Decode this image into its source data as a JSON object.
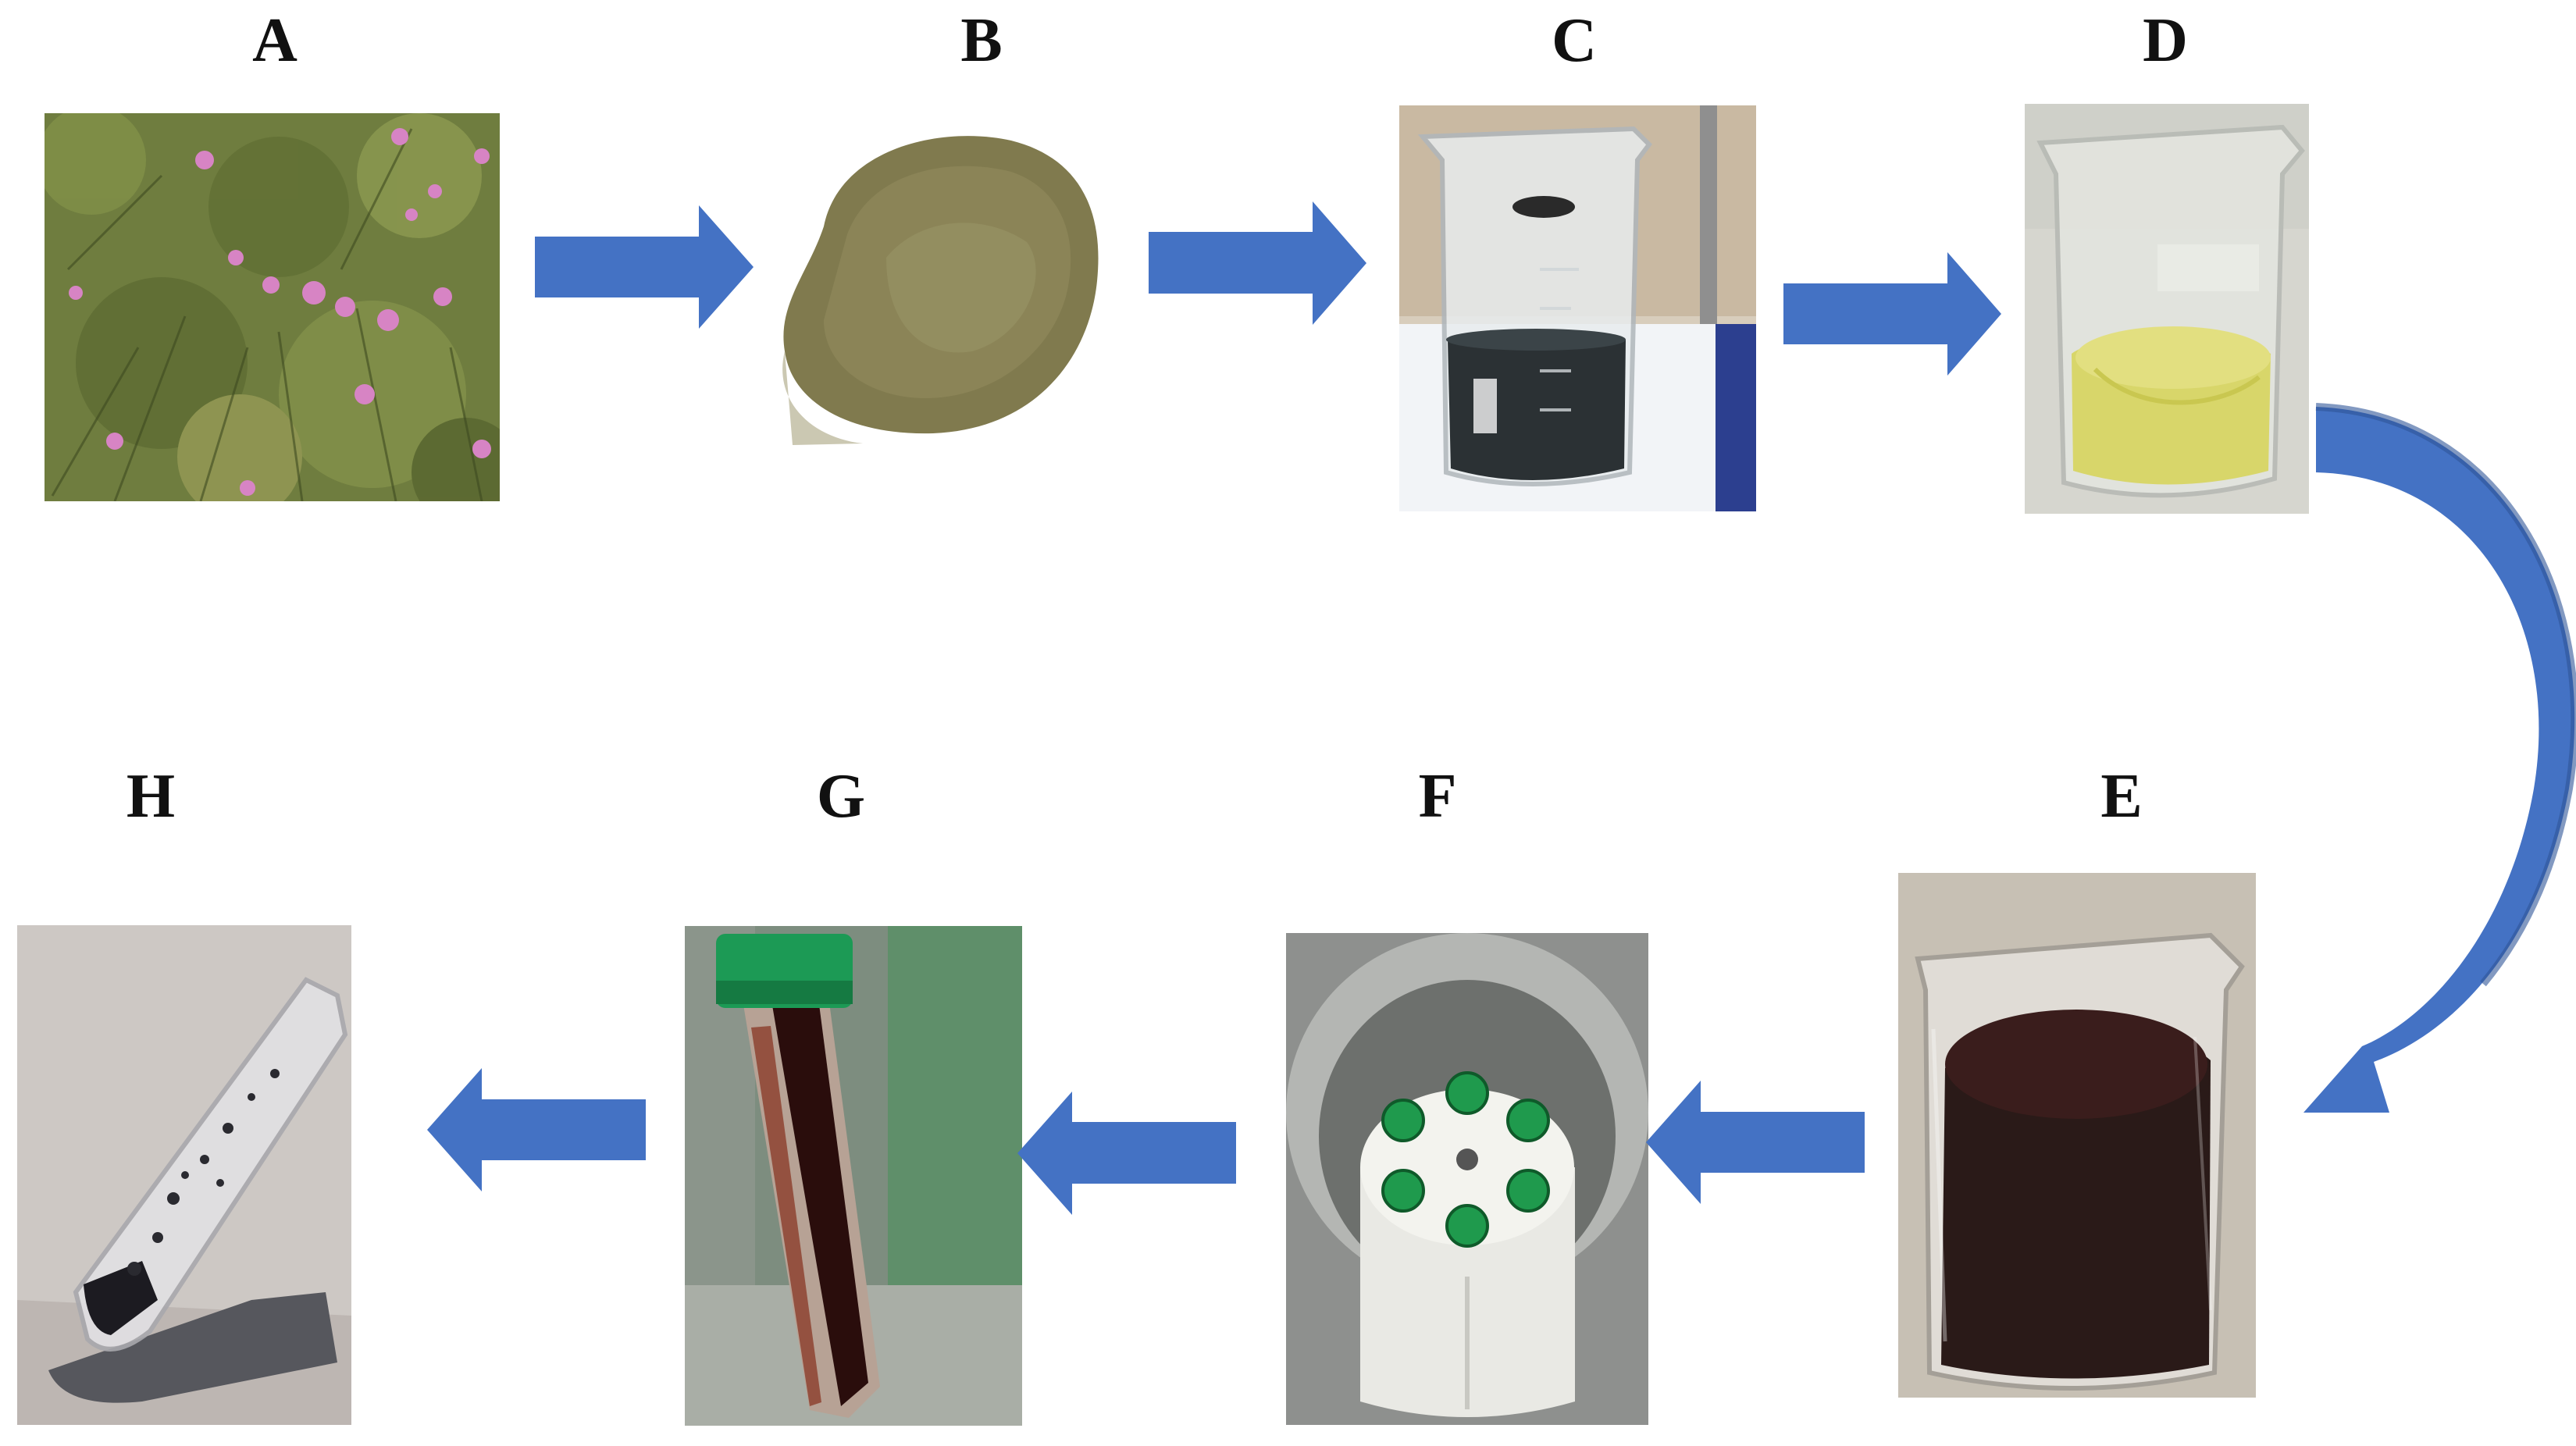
{
  "figure": {
    "steps": [
      {
        "id": "A",
        "label": "A"
      },
      {
        "id": "B",
        "label": "B"
      },
      {
        "id": "C",
        "label": "C"
      },
      {
        "id": "D",
        "label": "D"
      },
      {
        "id": "E",
        "label": "E"
      },
      {
        "id": "F",
        "label": "F"
      },
      {
        "id": "G",
        "label": "G"
      },
      {
        "id": "H",
        "label": "H"
      }
    ],
    "flow_order": [
      "A",
      "B",
      "C",
      "D",
      "E",
      "F",
      "G",
      "H"
    ]
  },
  "colors": {
    "arrow": "#4472C4",
    "arrow_dark": "#2F5597",
    "label": "#111111"
  }
}
